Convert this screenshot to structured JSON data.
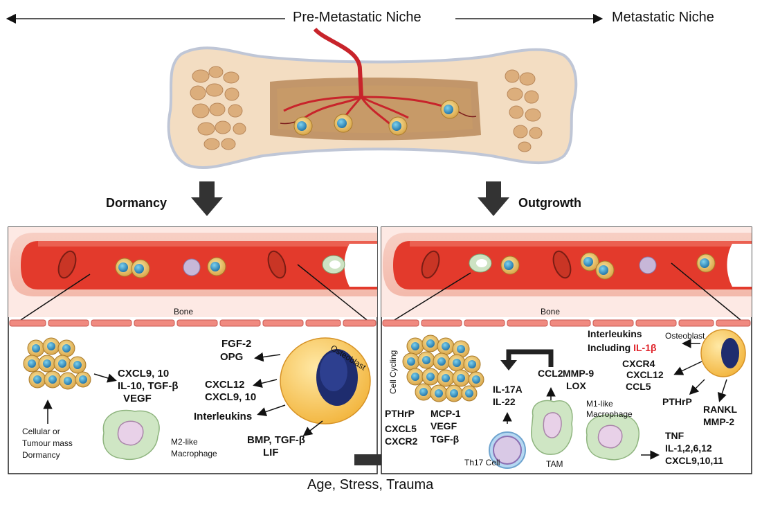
{
  "header": {
    "pre_niche": "Pre-Metastatic Niche",
    "met_niche": "Metastatic Niche"
  },
  "branches": {
    "dormancy": "Dormancy",
    "outgrowth": "Outgrowth"
  },
  "footer": {
    "transition": "Age, Stress, Trauma"
  },
  "left_panel": {
    "bone_label": "Bone",
    "osteoblast_label": "Osteoblast",
    "tumour_factors": [
      "CXCL9, 10",
      "IL-10, TGF-β",
      "VEGF"
    ],
    "tumour_caption": [
      "Cellular or",
      "Tumour mass",
      "Dormancy"
    ],
    "macrophage_label": [
      "M2-like",
      "Macrophage"
    ],
    "osteoblast_out_1": [
      "FGF-2",
      "OPG"
    ],
    "osteoblast_out_2": [
      "CXCL12",
      "CXCL9, 10"
    ],
    "osteoblast_out_3": "Interleukins",
    "osteoblast_out_4": [
      "BMP, TGF-β",
      "LIF"
    ]
  },
  "right_panel": {
    "bone_label": "Bone",
    "osteoblast_label": "Osteoblast",
    "cell_cycling": "Cell Cycling",
    "interleukins": "Interleukins",
    "including": "Including",
    "il1b": "IL-1β",
    "ob_factors_1": [
      "CXCR4",
      "CXCL12",
      "CCL5"
    ],
    "pthrp_ob": "PTHrP",
    "rankl": [
      "RANKL",
      "MMP-2"
    ],
    "m1_label": [
      "M1-like",
      "Macrophage"
    ],
    "m1_factors": [
      "TNF",
      "IL-1,2,6,12",
      "CXCL9,10,11"
    ],
    "tumour_factors": [
      "PTHrP",
      "CXCL5",
      "CXCR2"
    ],
    "mcp_factors": [
      "MCP-1",
      "VEGF",
      "TGF-β"
    ],
    "th17_factors": [
      "IL-17A",
      "IL-22"
    ],
    "th17_label": "Th17 Cell",
    "tam_factors": [
      "CCL2",
      "MMP-9",
      "LOX"
    ],
    "tam_label": "TAM"
  }
}
